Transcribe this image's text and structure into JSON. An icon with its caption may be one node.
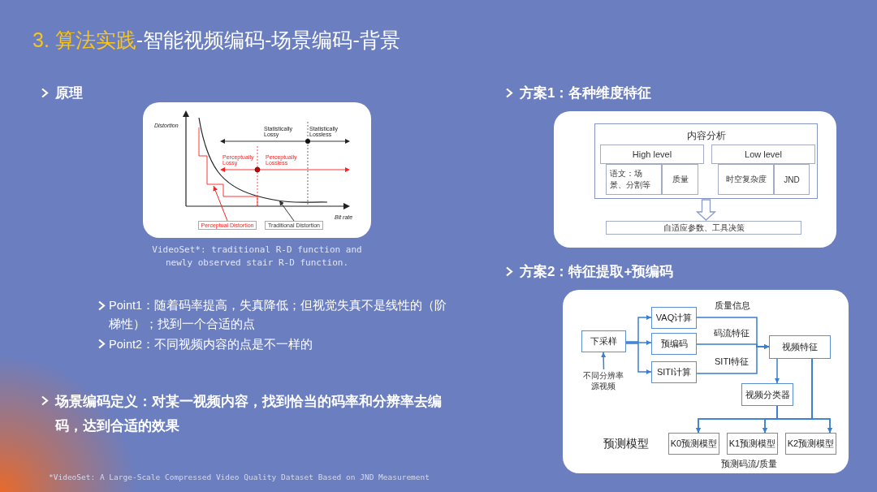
{
  "diagram": {
    "title": "**3. 算法实践**-智能视频编码-场景编码-背景",
    "nodes": [
      {
        "text": [
          "内容分析"
        ]
      },
      {
        "text": [
          "High level"
        ],
        "in": 0
      },
      {
        "text": [
          "语文：场景、分割等"
        ],
        "in": 0
      },
      {
        "text": [
          "质量"
        ],
        "in": 0
      },
      {
        "text": [
          "Low level"
        ],
        "in": 0
      },
      {
        "text": [
          "时空复杂度"
        ],
        "in": 0
      },
      {
        "text": [
          "JND"
        ],
        "in": 0
      },
      {
        "text": [
          "自适应参数、工具决策"
        ]
      },
      {
        "text": [
          "下采样"
        ]
      },
      {
        "text": [
          "不同分辨率源视频"
        ]
      },
      {
        "text": [
          "VAQ计算"
        ]
      },
      {
        "text": [
          "预编码"
        ]
      },
      {
        "text": [
          "SITI计算"
        ]
      },
      {
        "text": [
          "视频特征"
        ]
      },
      {
        "text": [
          "视频分类器"
        ]
      },
      {
        "text": [
          "K0预测模型"
        ]
      },
      {
        "text": [
          "K1预测模型"
        ]
      },
      {
        "text": [
          "K2预测模型"
        ]
      },
      {
        "text": [
          "Perceptual Distortion"
        ]
      },
      {
        "text": [
          "Traditional Distortion"
        ]
      }
    ],
    "edges": [
      {
        "from": 0,
        "to": 7,
        "arrow": "to",
        "color": "#8c9cc4"
      },
      {
        "from": 9,
        "to": 8,
        "arrow": "to"
      },
      {
        "from": 8,
        "to": 10,
        "arrow": "to"
      },
      {
        "from": 8,
        "to": 11,
        "arrow": "to"
      },
      {
        "from": 8,
        "to": 12,
        "arrow": "to"
      },
      {
        "from": 10,
        "to": 13,
        "arrow": "to",
        "label": "质量信息"
      },
      {
        "from": 11,
        "to": 13,
        "arrow": "to",
        "label": "码流特征"
      },
      {
        "from": 12,
        "to": 13,
        "arrow": "to",
        "label": "SITI特征"
      },
      {
        "from": 13,
        "to": 14,
        "arrow": "to"
      },
      {
        "from": 14,
        "to": 15,
        "arrow": "to"
      },
      {
        "from": 14,
        "to": 16,
        "arrow": "to"
      },
      {
        "from": 14,
        "to": 17,
        "arrow": "to"
      },
      {
        "from": 13,
        "to": 15,
        "arrow": "to"
      },
      {
        "from": 13,
        "to": 16,
        "arrow": "to"
      },
      {
        "from": 13,
        "to": 17,
        "arrow": "to"
      },
      {
        "from": 18,
        "to": null,
        "arrow": "to",
        "color": "#ff2020"
      },
      {
        "from": 19,
        "to": null,
        "arrow": "to",
        "color": "#333333"
      }
    ],
    "labels": [
      "原理",
      "方案1：各种维度特征",
      "Distortion",
      "Statistically Lossy",
      "Statistically Lossless",
      "Perceptually Lossy",
      "Perceptually Lossless",
      "Bit rate",
      "VideoSet*: traditional R-D function and newly observed stair R-D function.",
      "方案2：特征提取+预编码",
      "Point1：随着码率提高，失真降低；但视觉失真不是线性的（阶梯性）；找到一个合适的点",
      "Point2：不同视频内容的点是不一样的",
      "场景编码定义：对某一视频内容，找到恰当的码率和分辨率去编码，达到合适的效果",
      "预测模型",
      "预测码流/质量",
      "*VideoSet: A Large-Scale Compressed Video Quality Dataset Based on JND Measurement"
    ]
  }
}
